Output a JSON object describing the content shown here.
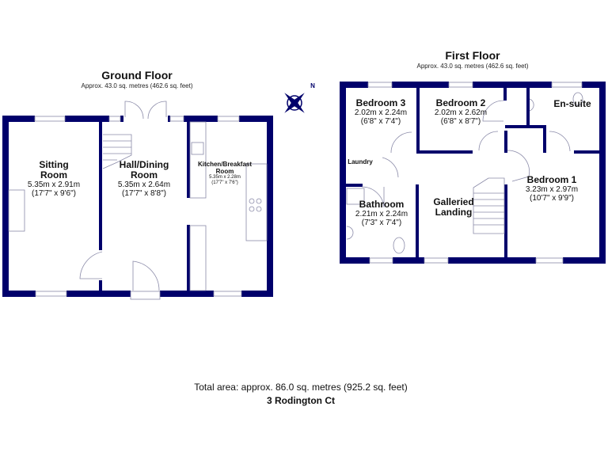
{
  "ground_floor": {
    "title": "Ground Floor",
    "area": "Approx. 43.0 sq. metres (462.6 sq. feet)",
    "rooms": [
      {
        "name1": "Sitting",
        "name2": "Room",
        "dim_m": "5.35m x 2.91m",
        "dim_ft": "(17'7\" x 9'6\")"
      },
      {
        "name1": "Hall/Dining",
        "name2": "Room",
        "dim_m": "5.35m x 2.64m",
        "dim_ft": "(17'7\" x 8'8\")"
      },
      {
        "name1": "Kitchen/Breakfast",
        "name2": "Room",
        "dim_m": "5.35m x 2.28m",
        "dim_ft": "(17'7\" x 7'6\")"
      }
    ]
  },
  "first_floor": {
    "title": "First Floor",
    "area": "Approx. 43.0 sq. metres (462.6 sq. feet)",
    "rooms": [
      {
        "name": "Bedroom 3",
        "dim_m": "2.02m x 2.24m",
        "dim_ft": "(6'8\" x 7'4\")"
      },
      {
        "name": "Bedroom 2",
        "dim_m": "2.02m x 2.62m",
        "dim_ft": "(6'8\" x 8'7\")"
      },
      {
        "name": "En-suite"
      },
      {
        "name": "Laundry"
      },
      {
        "name": "Bathroom",
        "dim_m": "2.21m x 2.24m",
        "dim_ft": "(7'3\" x 7'4\")"
      },
      {
        "name1": "Galleried",
        "name2": "Landing"
      },
      {
        "name": "Bedroom 1",
        "dim_m": "3.23m x 2.97m",
        "dim_ft": "(10'7\" x 9'9\")"
      }
    ]
  },
  "compass": {
    "label": "N"
  },
  "footer": {
    "total_area": "Total area: approx. 86.0 sq. metres (925.2 sq. feet)",
    "address": "3 Rodington Ct"
  },
  "colors": {
    "wall": "#00006b",
    "fixture": "#8a8aa8"
  }
}
